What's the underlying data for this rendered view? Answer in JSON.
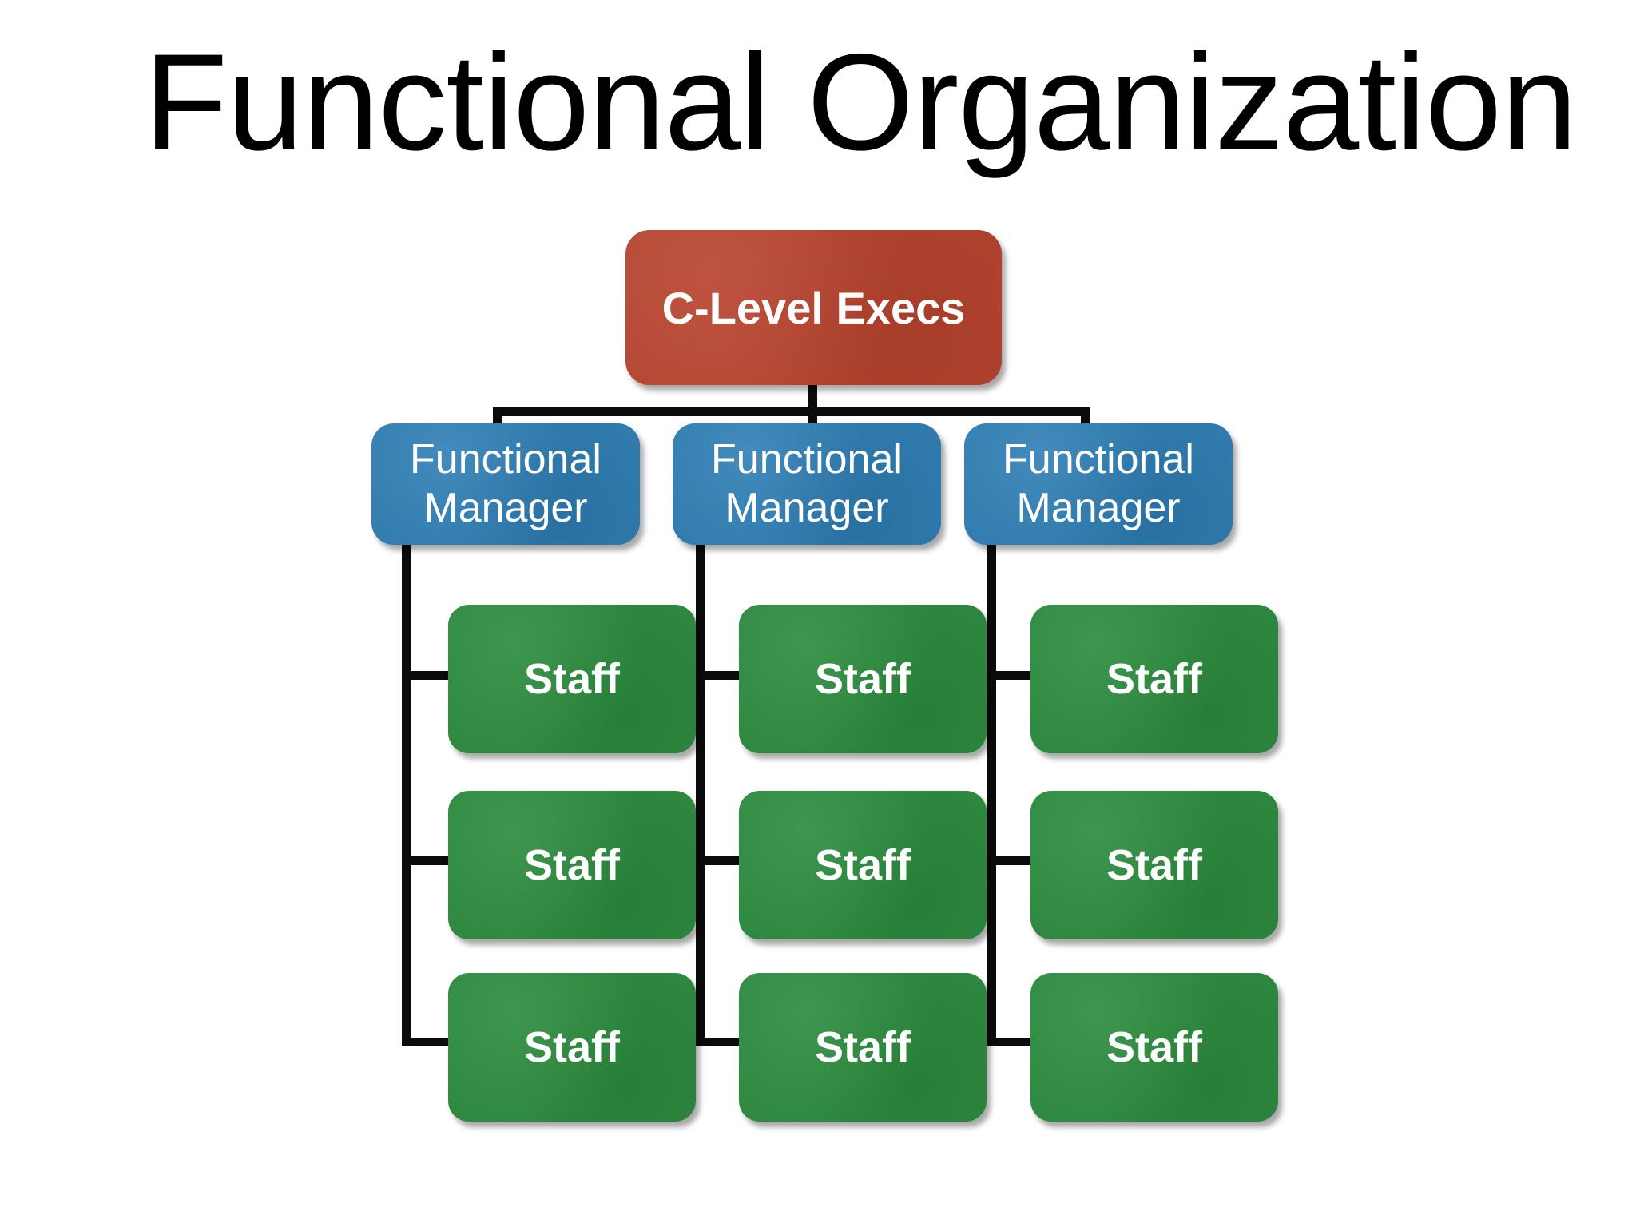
{
  "slide": {
    "title": "Functional Organization",
    "background_color": "#ffffff",
    "title_color": "#000000"
  },
  "colors": {
    "exec_box": "#b8432e",
    "manager_box": "#2e7eb5",
    "staff_box": "#2b8c3e",
    "connector_line": "#0b0b0b",
    "box_text": "#ffffff"
  },
  "chart_data": {
    "type": "org-chart",
    "title": "Functional Organization",
    "levels": 3,
    "root": {
      "label": "C-Level Execs",
      "color": "#b8432e"
    },
    "branches": [
      {
        "manager": {
          "label": "Functional\nManager",
          "color": "#2e7eb5"
        },
        "reports": [
          {
            "label": "Staff",
            "color": "#2b8c3e"
          },
          {
            "label": "Staff",
            "color": "#2b8c3e"
          },
          {
            "label": "Staff",
            "color": "#2b8c3e"
          }
        ]
      },
      {
        "manager": {
          "label": "Functional\nManager",
          "color": "#2e7eb5"
        },
        "reports": [
          {
            "label": "Staff",
            "color": "#2b8c3e"
          },
          {
            "label": "Staff",
            "color": "#2b8c3e"
          },
          {
            "label": "Staff",
            "color": "#2b8c3e"
          }
        ]
      },
      {
        "manager": {
          "label": "Functional\nManager",
          "color": "#2e7eb5"
        },
        "reports": [
          {
            "label": "Staff",
            "color": "#2b8c3e"
          },
          {
            "label": "Staff",
            "color": "#2b8c3e"
          },
          {
            "label": "Staff",
            "color": "#2b8c3e"
          }
        ]
      }
    ]
  },
  "nodes": {
    "exec": {
      "label": "C-Level Execs"
    },
    "manager_1": {
      "label": "Functional\nManager"
    },
    "manager_2": {
      "label": "Functional\nManager"
    },
    "manager_3": {
      "label": "Functional\nManager"
    },
    "staff_1_1": {
      "label": "Staff"
    },
    "staff_1_2": {
      "label": "Staff"
    },
    "staff_1_3": {
      "label": "Staff"
    },
    "staff_2_1": {
      "label": "Staff"
    },
    "staff_2_2": {
      "label": "Staff"
    },
    "staff_2_3": {
      "label": "Staff"
    },
    "staff_3_1": {
      "label": "Staff"
    },
    "staff_3_2": {
      "label": "Staff"
    },
    "staff_3_3": {
      "label": "Staff"
    }
  }
}
